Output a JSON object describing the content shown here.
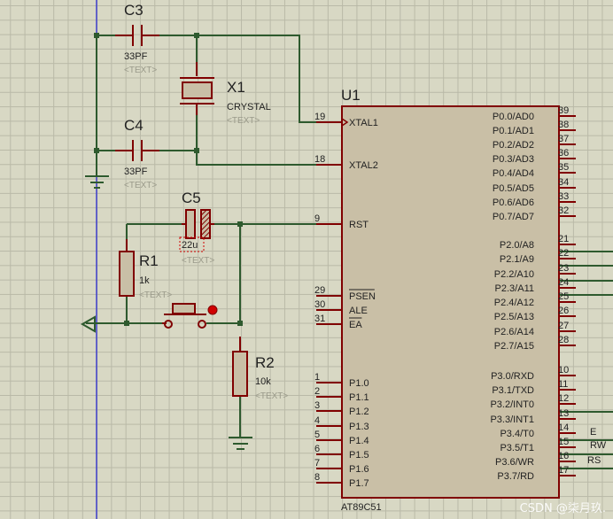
{
  "components": {
    "c3": {
      "ref": "C3",
      "value": "33PF",
      "text": "<TEXT>"
    },
    "c4": {
      "ref": "C4",
      "value": "33PF",
      "text": "<TEXT>"
    },
    "x1": {
      "ref": "X1",
      "value": "CRYSTAL",
      "text": "<TEXT>"
    },
    "c5": {
      "ref": "C5",
      "value": "22u",
      "text": "<TEXT>"
    },
    "r1": {
      "ref": "R1",
      "value": "1k",
      "text": "<TEXT>"
    },
    "r2": {
      "ref": "R2",
      "value": "10k",
      "text": "<TEXT>"
    },
    "u1": {
      "ref": "U1",
      "value": "AT89C51"
    }
  },
  "left_pins": [
    {
      "num": "19",
      "name": "XTAL1"
    },
    {
      "num": "18",
      "name": "XTAL2"
    },
    {
      "num": "9",
      "name": "RST"
    },
    {
      "num": "29",
      "name": "PSEN",
      "overbar": true
    },
    {
      "num": "30",
      "name": "ALE"
    },
    {
      "num": "31",
      "name": "EA",
      "overbar": true
    },
    {
      "num": "1",
      "name": "P1.0"
    },
    {
      "num": "2",
      "name": "P1.1"
    },
    {
      "num": "3",
      "name": "P1.2"
    },
    {
      "num": "4",
      "name": "P1.3"
    },
    {
      "num": "5",
      "name": "P1.4"
    },
    {
      "num": "6",
      "name": "P1.5"
    },
    {
      "num": "7",
      "name": "P1.6"
    },
    {
      "num": "8",
      "name": "P1.7"
    }
  ],
  "right_pins": [
    {
      "num": "39",
      "name": "P0.0/AD0"
    },
    {
      "num": "38",
      "name": "P0.1/AD1"
    },
    {
      "num": "37",
      "name": "P0.2/AD2"
    },
    {
      "num": "36",
      "name": "P0.3/AD3"
    },
    {
      "num": "35",
      "name": "P0.4/AD4"
    },
    {
      "num": "34",
      "name": "P0.5/AD5"
    },
    {
      "num": "33",
      "name": "P0.6/AD6"
    },
    {
      "num": "32",
      "name": "P0.7/AD7"
    },
    {
      "num": "21",
      "name": "P2.0/A8"
    },
    {
      "num": "22",
      "name": "P2.1/A9"
    },
    {
      "num": "23",
      "name": "P2.2/A10"
    },
    {
      "num": "24",
      "name": "P2.3/A11"
    },
    {
      "num": "25",
      "name": "P2.4/A12"
    },
    {
      "num": "26",
      "name": "P2.5/A13"
    },
    {
      "num": "27",
      "name": "P2.6/A14"
    },
    {
      "num": "28",
      "name": "P2.7/A15"
    },
    {
      "num": "10",
      "name": "P3.0/RXD"
    },
    {
      "num": "11",
      "name": "P3.1/TXD"
    },
    {
      "num": "12",
      "name": "P3.2/INT0"
    },
    {
      "num": "13",
      "name": "P3.3/INT1"
    },
    {
      "num": "14",
      "name": "P3.4/T0"
    },
    {
      "num": "15",
      "name": "P3.5/T1"
    },
    {
      "num": "16",
      "name": "P3.6/WR"
    },
    {
      "num": "17",
      "name": "P3.7/RD"
    }
  ],
  "nets": {
    "e": "E",
    "rw": "RW",
    "rs": "RS"
  },
  "watermark": "CSDN @柒月玖.",
  "colors": {
    "wire": "#2e5a2e",
    "component": "#800000",
    "rail": "#2a2ad0",
    "body": "#c9bfa6",
    "grid": "#d8d8c4"
  }
}
